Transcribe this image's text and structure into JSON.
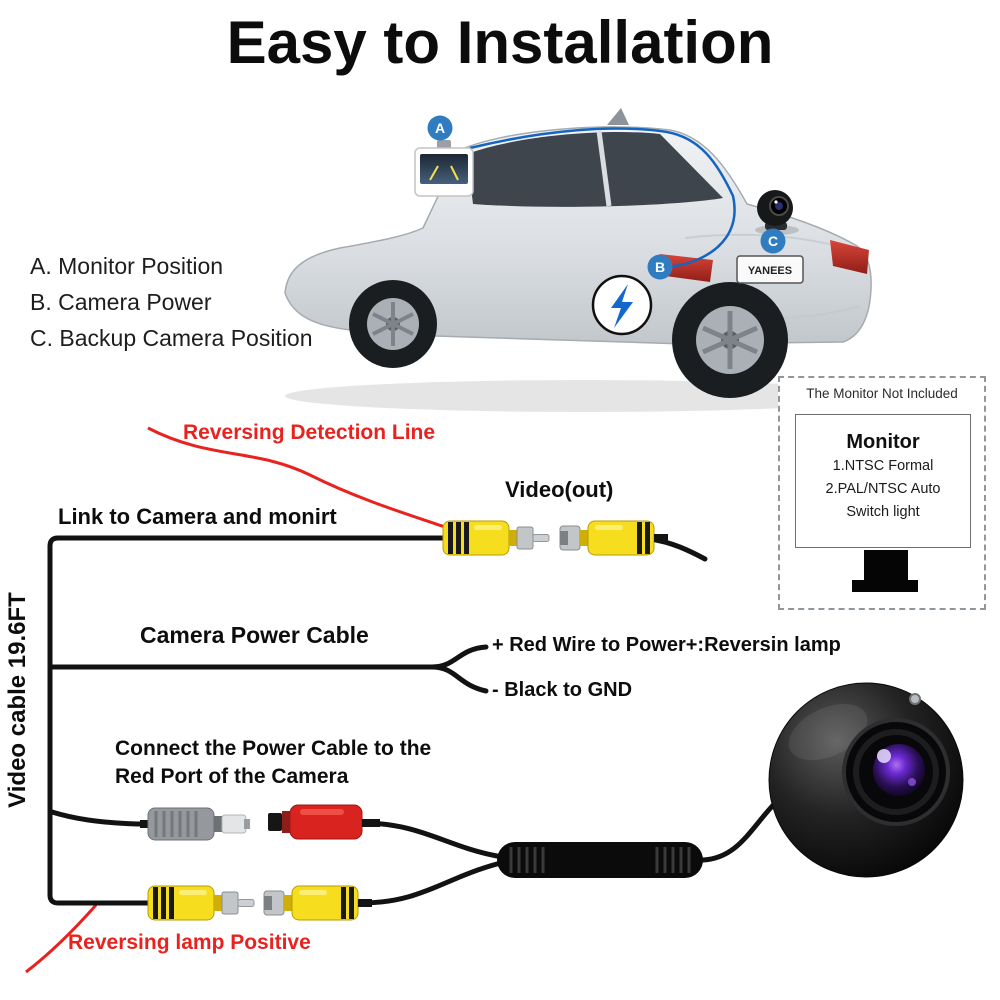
{
  "title": "Easy to Installation",
  "legend": {
    "items": [
      {
        "label": "A. Monitor Position"
      },
      {
        "label": "B. Camera Power"
      },
      {
        "label": "C. Backup Camera Position"
      }
    ]
  },
  "car": {
    "badges": {
      "a": "A",
      "b": "B",
      "c": "C"
    },
    "license_plate": "YANEES"
  },
  "labels": {
    "reversing_detection_line": "Reversing Detection Line",
    "video_out": "Video(out)",
    "link_to_camera": "Link to Camera and monirt",
    "video_cable": "Video cable 19.6FT",
    "camera_power_cable": "Camera Power Cable",
    "red_wire": "+ Red Wire to Power+:Reversin lamp",
    "black_wire": "- Black to GND",
    "connect_power_cable": "Connect the Power Cable to the Red Port of the Camera",
    "reversing_lamp_positive": "Reversing lamp Positive"
  },
  "monitor_box": {
    "note": "The Monitor Not Included",
    "title": "Monitor",
    "lines": [
      "1.NTSC Formal",
      "2.PAL/NTSC Auto",
      "Switch light"
    ]
  },
  "colors": {
    "accent_red": "#e8231f",
    "rca_yellow": "#f6de1f",
    "badge_blue": "#2f7dc0",
    "wire_black": "#121212",
    "connector_red": "#d8231f",
    "connector_gray": "#95989c"
  },
  "icons": {
    "lightning": "lightning-bolt-in-circle",
    "monitor": "rearview-monitor-screen",
    "camera": "backup-camera-eye"
  }
}
